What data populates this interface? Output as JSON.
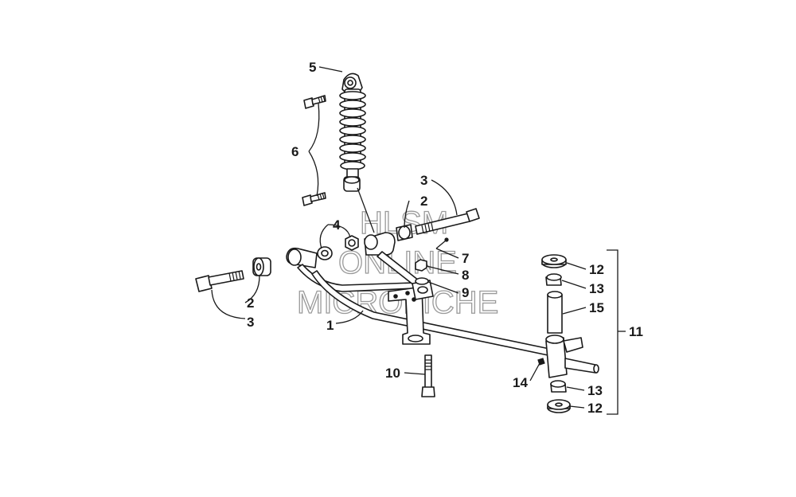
{
  "callouts": {
    "c1": "1",
    "c2a": "2",
    "c2b": "2",
    "c3a": "3",
    "c3b": "3",
    "c4": "4",
    "c5": "5",
    "c6": "6",
    "c7": "7",
    "c8": "8",
    "c9": "9",
    "c10": "10",
    "c11": "11",
    "c12a": "12",
    "c12b": "12",
    "c13a": "13",
    "c13b": "13",
    "c14": "14",
    "c15": "15"
  },
  "watermark": {
    "line1": "HLSM",
    "line2": "ONLINE",
    "line3": "MICROFICHE"
  },
  "colors": {
    "ink": "#1a1a1a",
    "watermark": "#9a9a9a",
    "background": "#ffffff"
  }
}
